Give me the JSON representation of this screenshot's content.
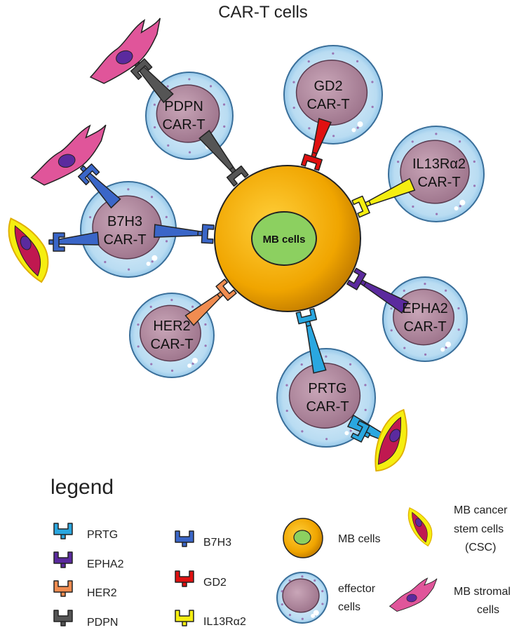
{
  "title": "CAR-T cells",
  "center": {
    "label": "MB cells",
    "color": "#f0a500"
  },
  "cart_cells": [
    {
      "id": "pdpn",
      "line1": "PDPN",
      "line2": "CAR-T",
      "antigen": "PDPN",
      "color": "#555555"
    },
    {
      "id": "gd2",
      "line1": "GD2",
      "line2": "CAR-T",
      "antigen": "GD2",
      "color": "#e01010"
    },
    {
      "id": "il13ra2",
      "line1": "IL13Rα2",
      "line2": "CAR-T",
      "antigen": "IL13Rα2",
      "color": "#f5ee10"
    },
    {
      "id": "b7h3",
      "line1": "B7H3",
      "line2": "CAR-T",
      "antigen": "B7H3",
      "color": "#3a66c8"
    },
    {
      "id": "epha2",
      "line1": "EPHA2",
      "line2": "CAR-T",
      "antigen": "EPHA2",
      "color": "#5b2a9e"
    },
    {
      "id": "her2",
      "line1": "HER2",
      "line2": "CAR-T",
      "antigen": "HER2",
      "color": "#f08c50"
    },
    {
      "id": "prtg",
      "line1": "PRTG",
      "line2": "CAR-T",
      "antigen": "PRTG",
      "color": "#2aa7e0"
    }
  ],
  "legend": {
    "title": "legend",
    "antigens_col1": [
      {
        "label": "PRTG",
        "color": "#2aa7e0"
      },
      {
        "label": "EPHA2",
        "color": "#5b2a9e"
      },
      {
        "label": "HER2",
        "color": "#f08c50"
      },
      {
        "label": "PDPN",
        "color": "#555555"
      }
    ],
    "antigens_col2": [
      {
        "label": "B7H3",
        "color": "#3a66c8"
      },
      {
        "label": "GD2",
        "color": "#e01010"
      },
      {
        "label": "IL13Rα2",
        "color": "#f5ee10"
      }
    ],
    "mb_cells": "MB cells",
    "effector_line1": "effector",
    "effector_line2": "cells",
    "csc_line1": "MB cancer",
    "csc_line2": "stem cells",
    "csc_line3": "(CSC)",
    "stromal_line1": "MB stromal",
    "stromal_line2": "cells"
  }
}
